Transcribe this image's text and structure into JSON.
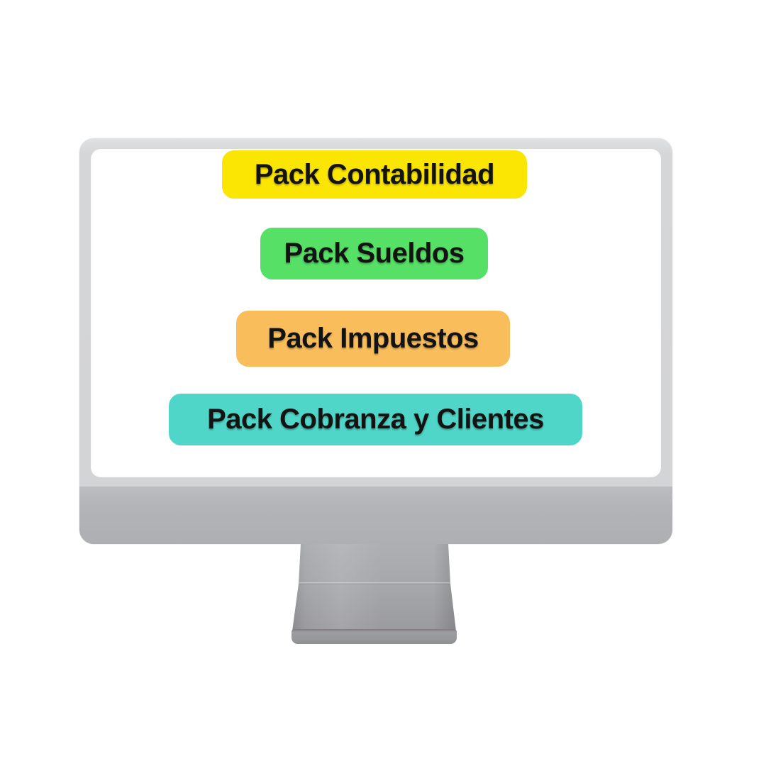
{
  "background_color": "#ffffff",
  "monitor": {
    "bezel_color": "#d5d6d8",
    "screen_color": "#ffffff",
    "chin_color": "#b3b4b8",
    "stand_color": "#9a9a9f",
    "stand_base_color": "#96979b"
  },
  "screen": {
    "packs": [
      {
        "label": "Pack Contabilidad",
        "background": "#fbe502",
        "text_color": "#131313"
      },
      {
        "label": "Pack Sueldos",
        "background": "#56e166",
        "text_color": "#131313"
      },
      {
        "label": "Pack Impuestos",
        "background": "#f9be5b",
        "text_color": "#131313"
      },
      {
        "label": "Pack Cobranza y Clientes",
        "background": "#50d6c8",
        "text_color": "#131313"
      }
    ]
  }
}
